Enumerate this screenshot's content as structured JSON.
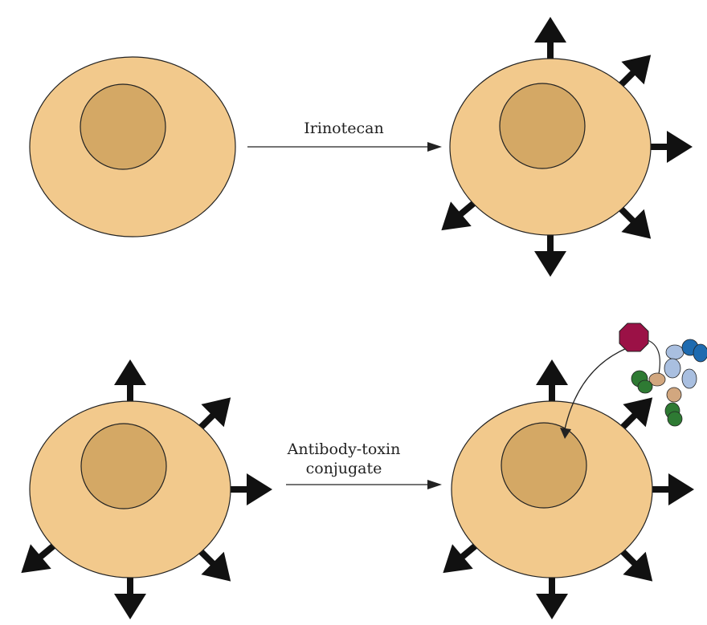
{
  "colors": {
    "cytoplasm": "#f2c98c",
    "nucleus": "#d4a865",
    "outline": "#222222",
    "arrow": "#111111",
    "toxin": "#9b1146",
    "heavy_chain_light": "#a9bfe0",
    "heavy_chain_dark": "#1e6bb0",
    "hinge": "#d2a77f",
    "light_chain": "#2e7a33"
  },
  "steps": [
    {
      "label_lines": [
        "Irinotecan"
      ]
    },
    {
      "label_lines": [
        "Antibody-toxin",
        "conjugate"
      ]
    }
  ],
  "icons": {
    "signal_arrow": "arrow-up-icon",
    "toxin": "octagon-icon",
    "antibody": "antibody-icon"
  }
}
